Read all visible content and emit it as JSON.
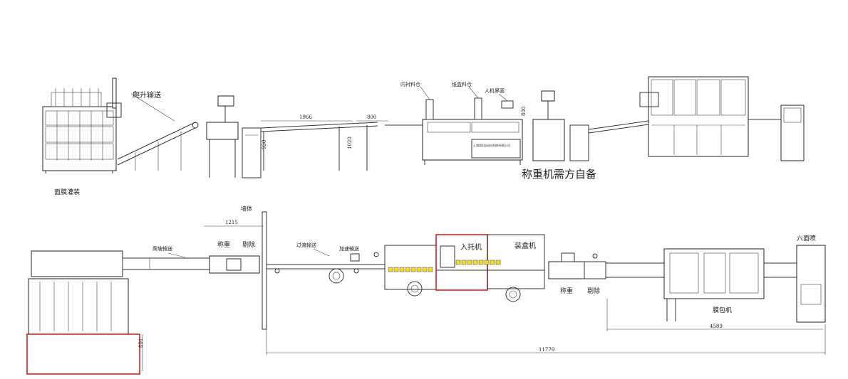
{
  "top_view": {
    "labels": {
      "filling_machine": "面膜灌装",
      "climb_conveyor": "爬升输送",
      "liner_bin": "内衬料仓",
      "carton_bin": "纸盒料仓",
      "hmi": "人机界面",
      "company_plate": "上海澄旧自动化科技有限公司",
      "weigher_note": "称重机需方自备"
    },
    "dimensions": {
      "d1966": "1966",
      "d800": "800",
      "d930": "930",
      "d1020": "1020",
      "d800v": "800"
    }
  },
  "plan_view": {
    "labels": {
      "wall": "墙体",
      "climb_conveyor": "爬坡输送",
      "weigh": "称重",
      "reject": "剔除",
      "transition_conveyor": "过渡输送",
      "accel_conveyor": "加速输送",
      "tray_loader": "入托机",
      "cartoner": "装盒机",
      "weigh2": "称重",
      "reject2": "剔除",
      "film_wrapper": "膜包机",
      "six_side_inkjet": "六面喷"
    },
    "dimensions": {
      "d1215": "1215",
      "d4589": "4589",
      "d11779": "11779",
      "d801": "801"
    }
  },
  "colors": {
    "line": "#333333",
    "highlight_red": "#d62020",
    "product_yellow": "#f3dc2a"
  }
}
